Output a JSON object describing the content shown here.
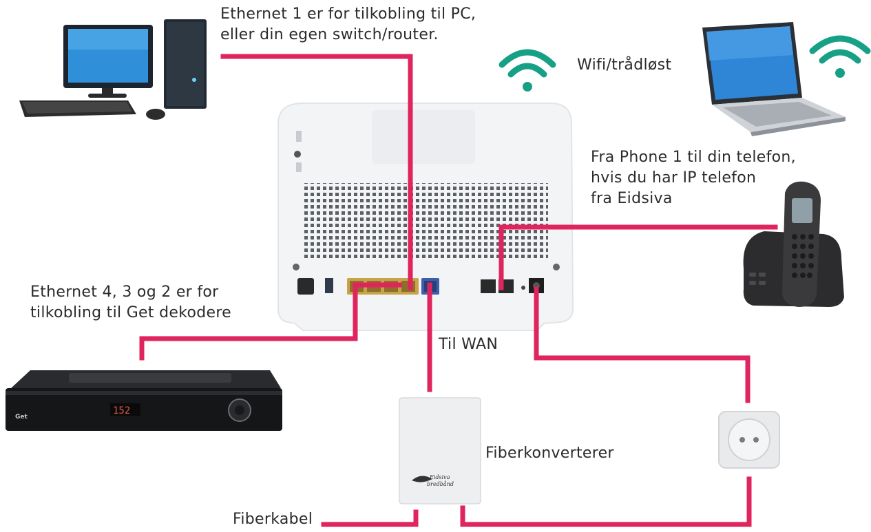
{
  "labels": {
    "ethernet1": [
      "Ethernet 1 er for tilkobling til PC,",
      "eller din egen switch/router."
    ],
    "wifi": "Wifi/trådløst",
    "phone": [
      "Fra Phone 1 til din telefon,",
      "hvis du har IP telefon",
      "fra Eidsiva"
    ],
    "ethernet432": [
      "Ethernet 4, 3 og 2 er for",
      "tilkobling til Get dekodere"
    ],
    "wan": "Til WAN",
    "fiberconverter": "Fiberkonverterer",
    "fibercable": "Fiberkabel"
  },
  "devices": {
    "decoder_display": "152",
    "decoder_brand": "Get",
    "converter_brand": [
      "Eidsiva",
      "bredbånd"
    ]
  },
  "colors": {
    "cable": "#e0245e",
    "wifi": "#16a085",
    "text": "#2b2b2b"
  }
}
